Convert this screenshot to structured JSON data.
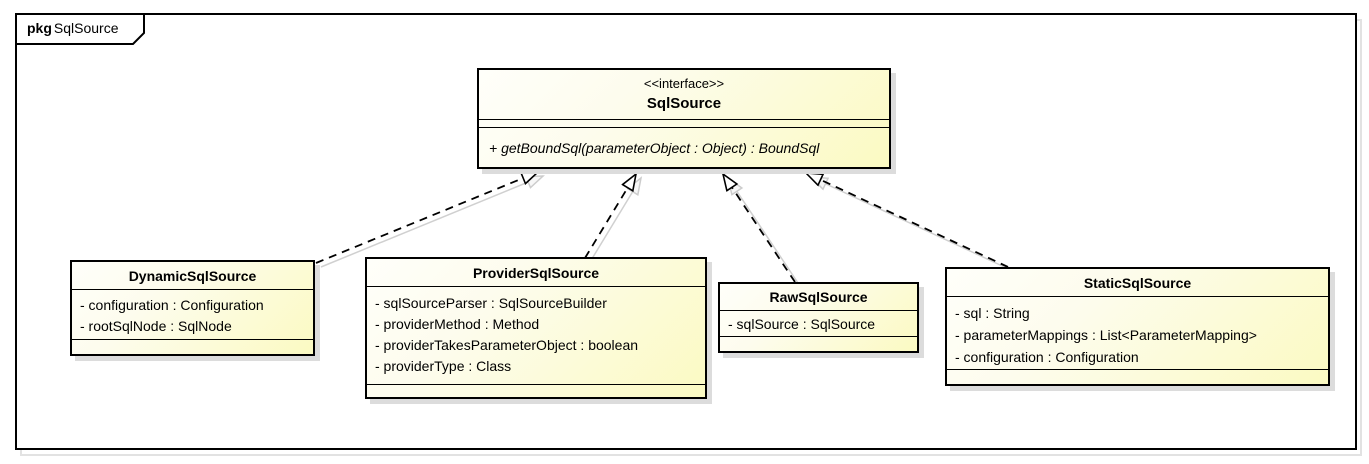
{
  "package": {
    "keyword": "pkg",
    "name": "SqlSource"
  },
  "interface": {
    "stereotype": "<<interface>>",
    "name": "SqlSource",
    "operation": "+ getBoundSql(parameterObject : Object) : BoundSql"
  },
  "classes": [
    {
      "name": "DynamicSqlSource",
      "attributes": [
        "- configuration : Configuration",
        "- rootSqlNode : SqlNode"
      ]
    },
    {
      "name": "ProviderSqlSource",
      "attributes": [
        "- sqlSourceParser : SqlSourceBuilder",
        "- providerMethod : Method",
        "- providerTakesParameterObject : boolean",
        "- providerType : Class"
      ]
    },
    {
      "name": "RawSqlSource",
      "attributes": [
        "- sqlSource : SqlSource"
      ]
    },
    {
      "name": "StaticSqlSource",
      "attributes": [
        "- sql : String",
        "- parameterMappings : List<ParameterMapping>",
        "- configuration : Configuration"
      ]
    }
  ],
  "relations": [
    {
      "from": "DynamicSqlSource",
      "to": "SqlSource",
      "type": "realization"
    },
    {
      "from": "ProviderSqlSource",
      "to": "SqlSource",
      "type": "realization"
    },
    {
      "from": "RawSqlSource",
      "to": "SqlSource",
      "type": "realization"
    },
    {
      "from": "StaticSqlSource",
      "to": "SqlSource",
      "type": "realization"
    }
  ],
  "colors": {
    "node_fill_light": "#fffffa",
    "node_fill_yellow": "#fbfac2",
    "node_border": "#000000",
    "node_shadow": "#dcdcdc",
    "edge": "#000000",
    "edge_shadow": "#d0d0d0",
    "background": "#ffffff"
  }
}
